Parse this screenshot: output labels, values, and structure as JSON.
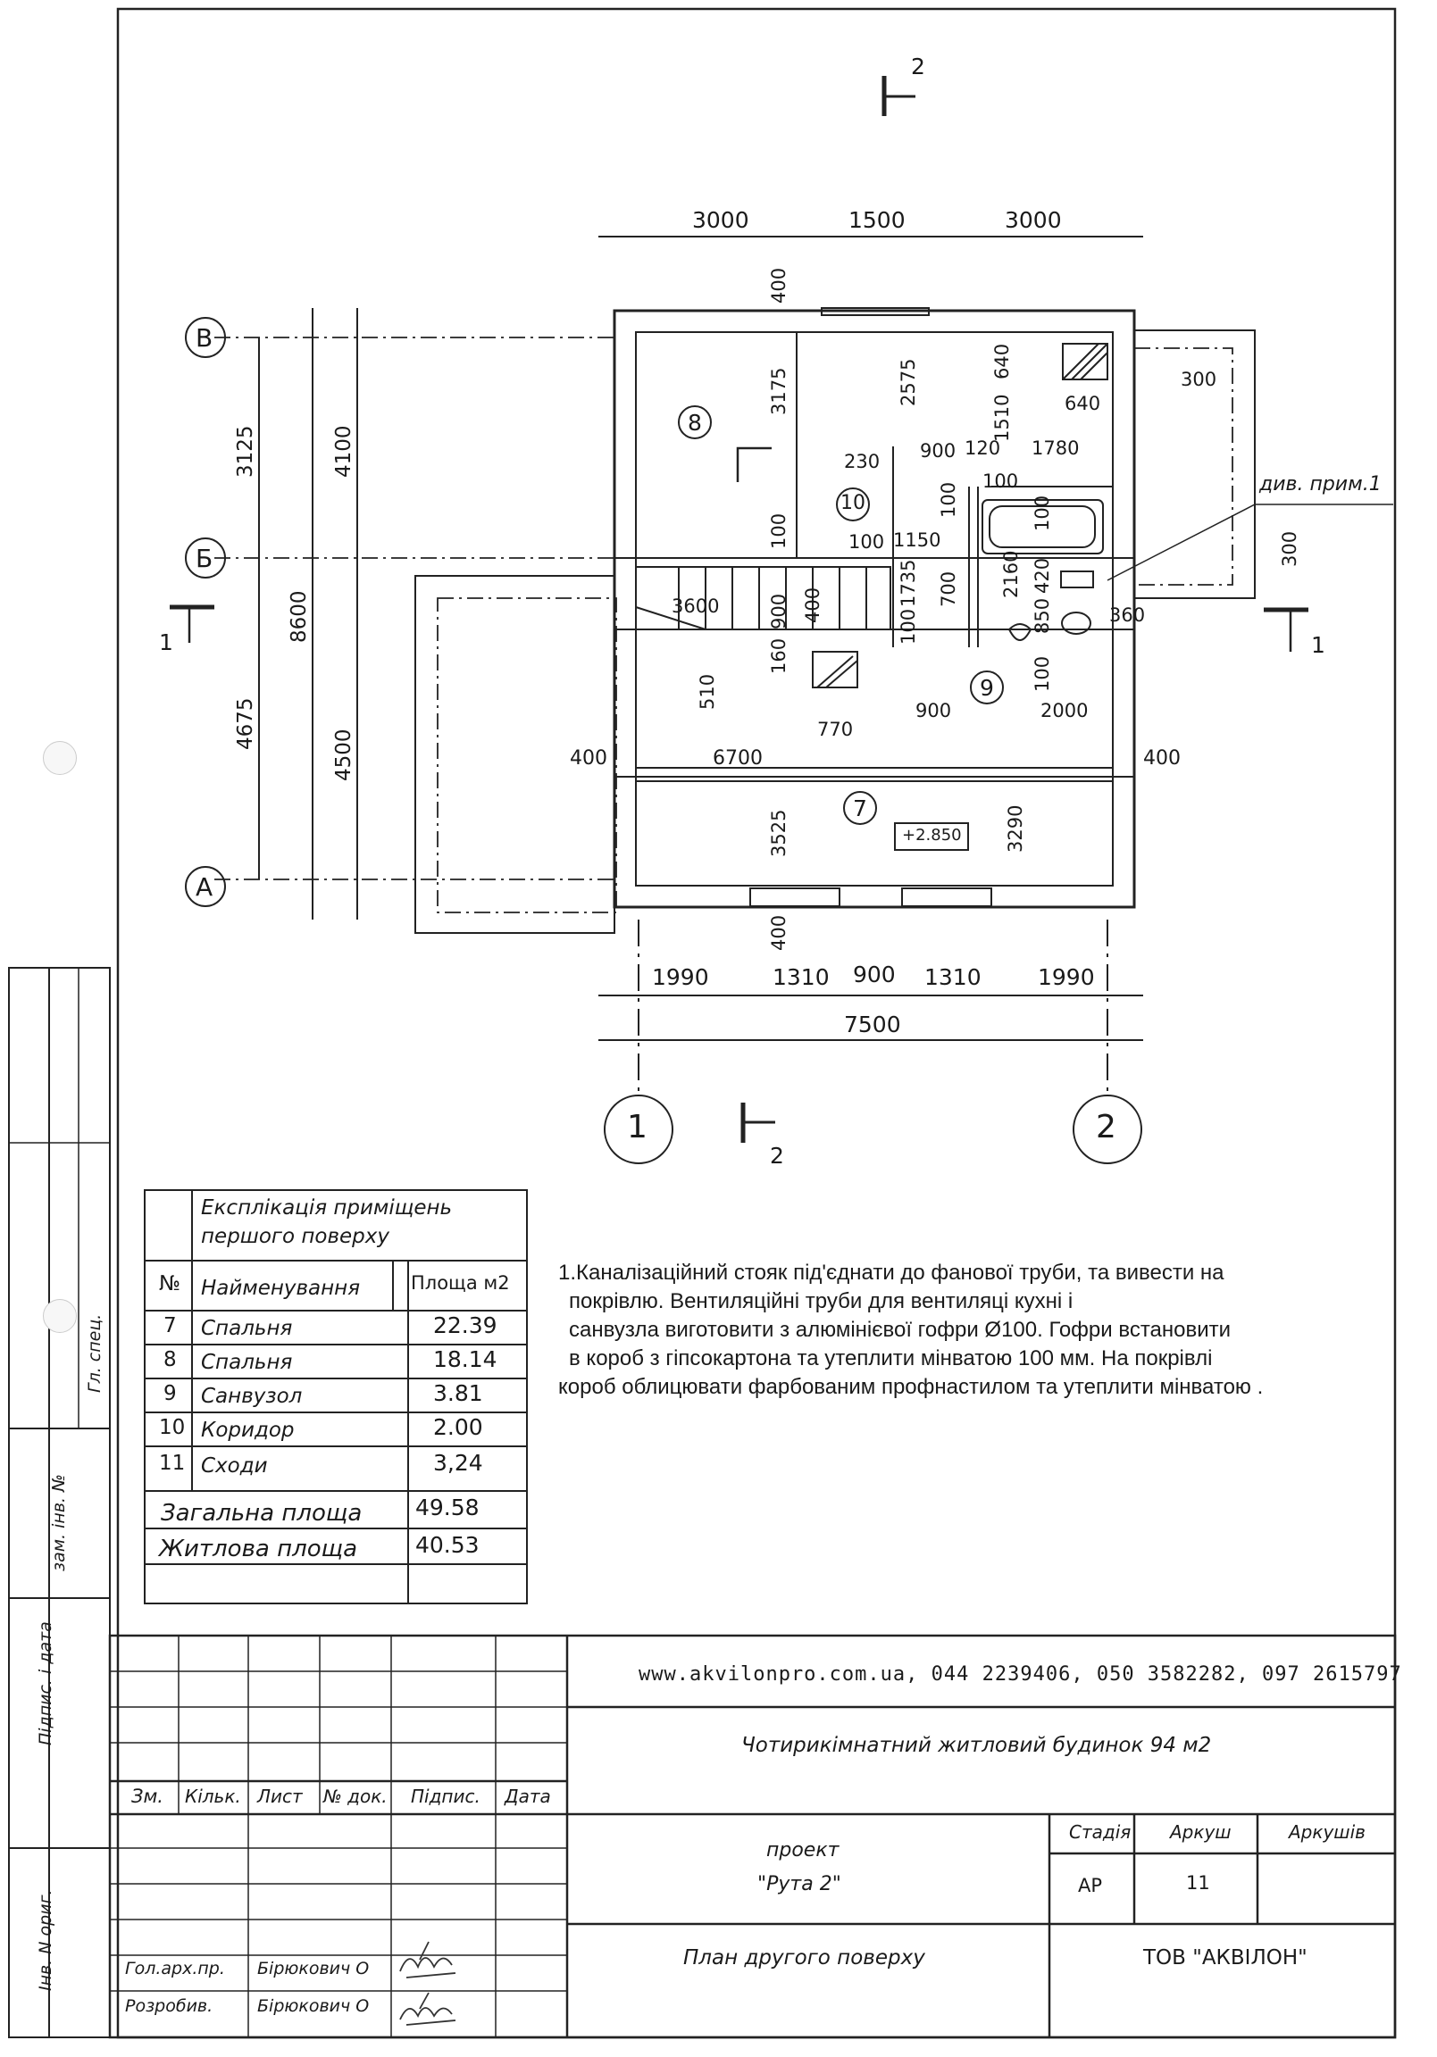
{
  "plan": {
    "axis_letters": [
      "В",
      "Б",
      "А"
    ],
    "axis_numbers": [
      "1",
      "2"
    ],
    "section_label": "2",
    "section_label_side": "1",
    "top_dims": [
      "3000",
      "1500",
      "3000"
    ],
    "left_dims": [
      "3125",
      "4675",
      "8600",
      "4100",
      "4500"
    ],
    "bottom_dims": [
      "1990",
      "1310",
      "900",
      "1310",
      "1990"
    ],
    "bottom_total": "7500",
    "room_numbers": [
      "8",
      "10",
      "9",
      "7"
    ],
    "level_mark": "+2.850",
    "note_ref": "див. прим.1",
    "inner_dims": {
      "d400_top": "400",
      "d3175": "3175",
      "d2575": "2575",
      "d640a": "640",
      "d640b": "640",
      "d1510": "1510",
      "d300a": "300",
      "d230": "230",
      "d900a": "900",
      "d120": "120",
      "d1780": "1780",
      "d100a": "100",
      "d100b": "100",
      "d100c": "100",
      "d1150": "1150",
      "d100d": "100",
      "d100e": "100",
      "d3600": "3600",
      "d1735": "1735",
      "d700": "700",
      "d2160": "2160",
      "d850": "850",
      "d420": "420",
      "d360": "360",
      "d300b": "300",
      "d900b": "900",
      "d400b": "400",
      "d100f": "100",
      "d510": "510",
      "d160": "160",
      "d770": "770",
      "d900c": "900",
      "d2000": "2000",
      "d100g": "100",
      "d400l": "400",
      "d6700": "6700",
      "d400r": "400",
      "d3525": "3525",
      "d3290": "3290",
      "d400bot": "400"
    }
  },
  "explication": {
    "title_line1": "Експлікація приміщень",
    "title_line2": "першого поверху",
    "col_no": "№",
    "col_name": "Найменування",
    "col_area": "Площа м2",
    "rows": [
      {
        "no": "7",
        "name": "Спальня",
        "area": "22.39"
      },
      {
        "no": "8",
        "name": "Спальня",
        "area": "18.14"
      },
      {
        "no": "9",
        "name": "Санвузол",
        "area": "3.81"
      },
      {
        "no": "10",
        "name": "Коридор",
        "area": "2.00"
      },
      {
        "no": "11",
        "name": "Сходи",
        "area": "3,24"
      }
    ],
    "total_label": "Загальна площа",
    "total_value": "49.58",
    "living_label": "Житлова площа",
    "living_value": "40.53"
  },
  "note": {
    "line1": "1.Каналізаційний стояк під'єднати до фанової труби, та вивести на",
    "line2": "покрівлю. Вентиляційні труби для вентиляці кухні і",
    "line3": "санвузла виготовити  з алюмінієвої гофри Ø100. Гофри встановити",
    "line4": "в короб з гіпсокартона   та утеплити   мінватою 100 мм. На покрівлі",
    "line5": "короб облицювати фарбованим профнастилом та утеплити мінватою ."
  },
  "title_block": {
    "website": "www.akvilonpro.com.ua, 044 2239406, 050 3582282, 097 2615797",
    "project_name": "Чотирикімнатний житловий будинок 94 м2",
    "rev_cols": [
      "Зм.",
      "Кільк.",
      "Лист",
      "№ док.",
      "Підпис.",
      "Дата"
    ],
    "project_word": "проект",
    "project_title": "\"Рута 2\"",
    "stage_header": "Стадія",
    "sheet_header": "Аркуш",
    "sheets_header": "Аркушів",
    "stage": "АР",
    "sheet": "11",
    "sheets": "",
    "drawing_name": "План другого поверху",
    "company": "ТОВ \"АКВІЛОН\"",
    "role1": "Гол.арх.пр.",
    "name1": "Бірюкович О",
    "role2": "Розробив.",
    "name2": "Бірюкович О"
  },
  "side_stamp": [
    "Гл. спец.",
    "зам. інв. №",
    "Підпис. і дата",
    "Інв. N ориг."
  ]
}
